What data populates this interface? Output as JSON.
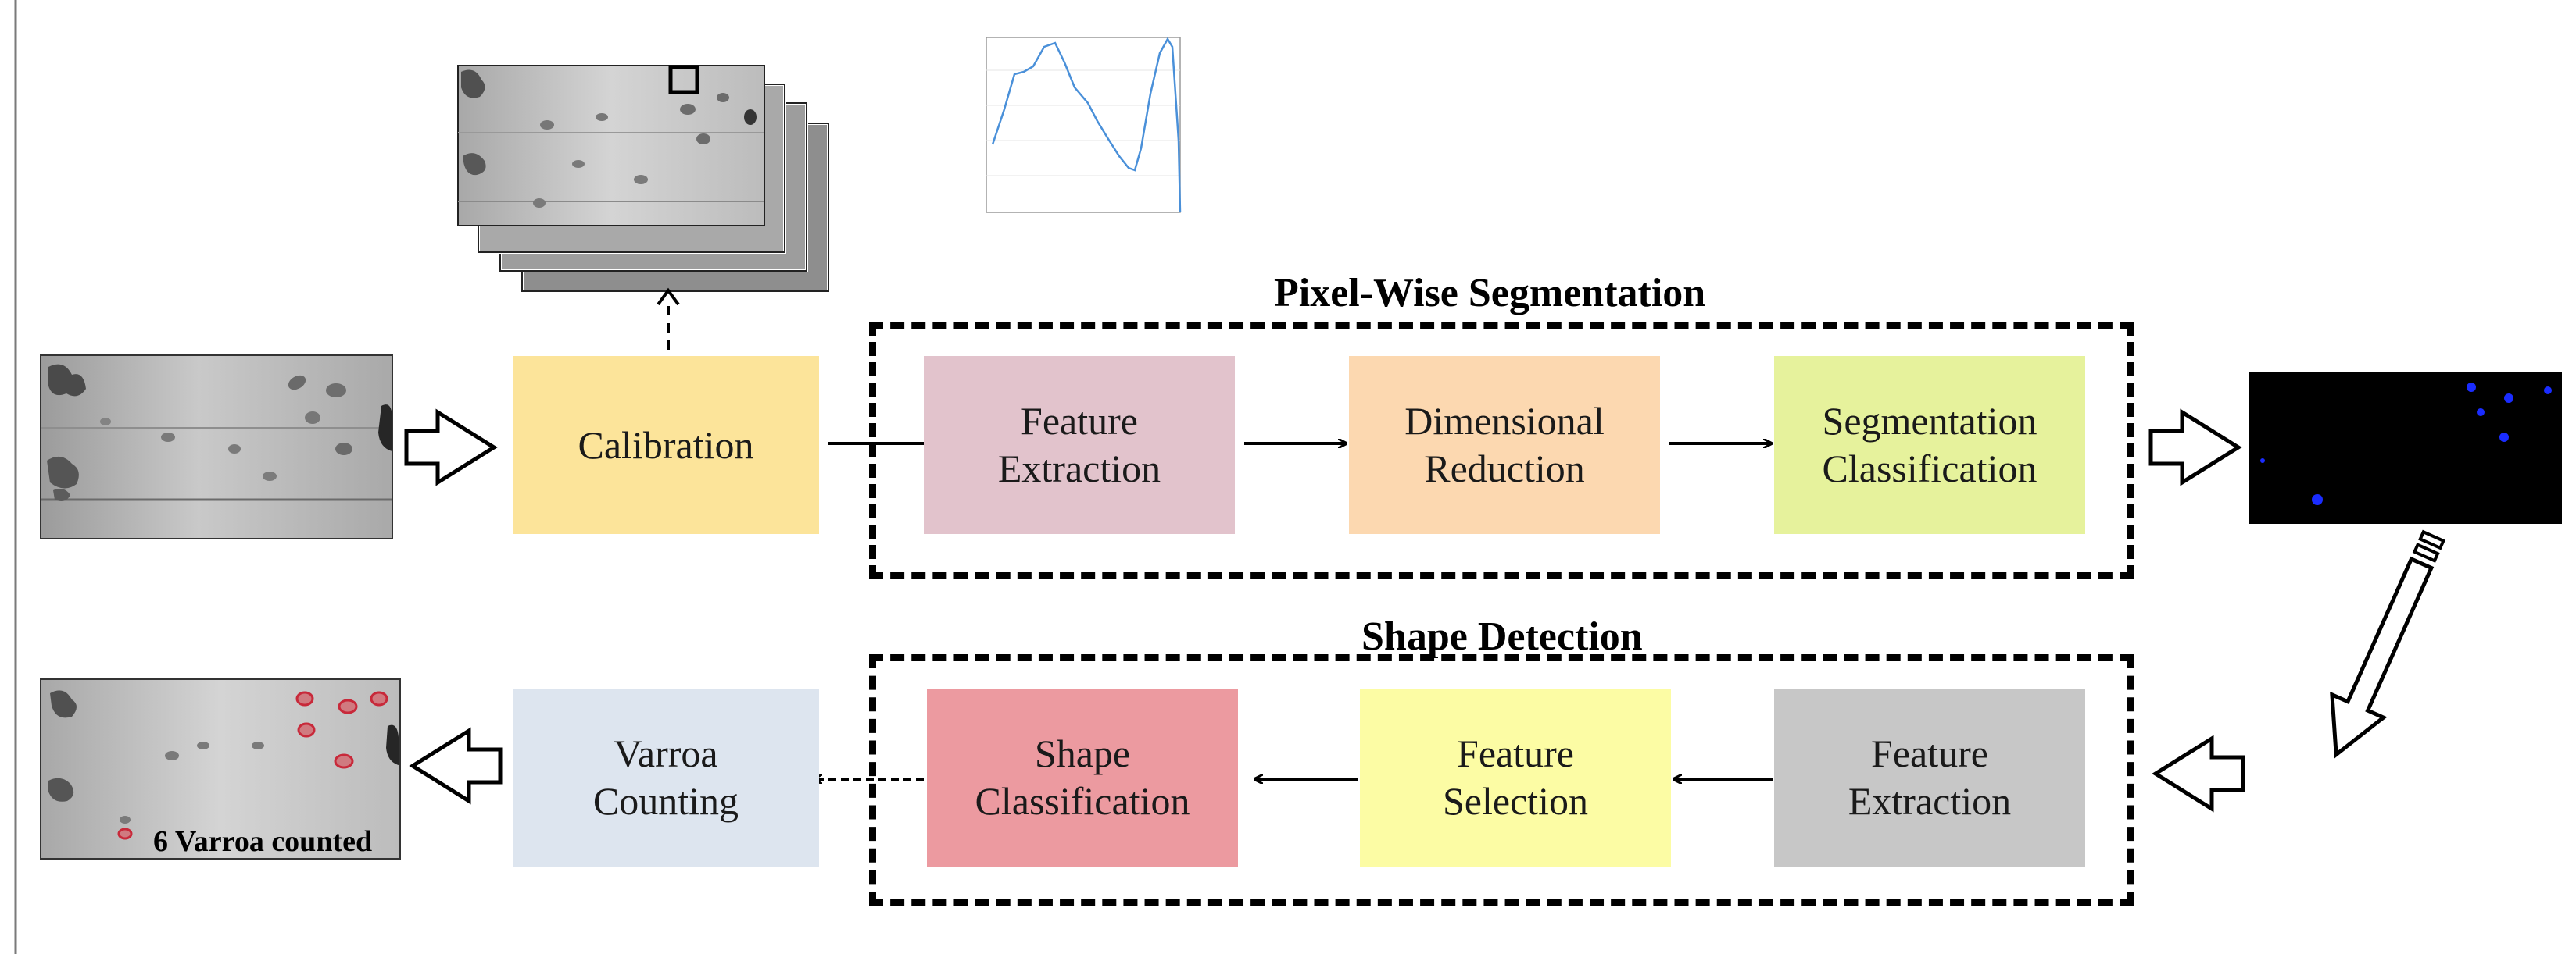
{
  "diagram": {
    "calibration": "Calibration",
    "pixel_wise_segmentation": {
      "title": "Pixel-Wise Segmentation",
      "steps": [
        [
          "Feature",
          "Extraction"
        ],
        [
          "Dimensional",
          "Reduction"
        ],
        [
          "Segmentation",
          "Classification"
        ]
      ]
    },
    "shape_detection": {
      "title": "Shape Detection",
      "steps": [
        [
          "Feature",
          "Extraction"
        ],
        [
          "Feature",
          "Selection"
        ],
        [
          "Shape",
          "Classification"
        ]
      ]
    },
    "varroa_counting": [
      "Varroa",
      "Counting"
    ],
    "result_label": "6 Varroa counted",
    "colors": {
      "calibration": "#fce49a",
      "feature_extraction_1": "#e2c3cc",
      "dimensional_reduction": "#fcd8b0",
      "segmentation_classification": "#e6f29c",
      "feature_extraction_2": "#c7c7c7",
      "feature_selection": "#fcfca4",
      "shape_classification": "#ec9aa0",
      "varroa_counting": "#dde5ef",
      "segmentation_mask_points": "#1a2cff",
      "detected_varroa": "#c8293a",
      "spectrum_line": "#4a90d9"
    }
  }
}
